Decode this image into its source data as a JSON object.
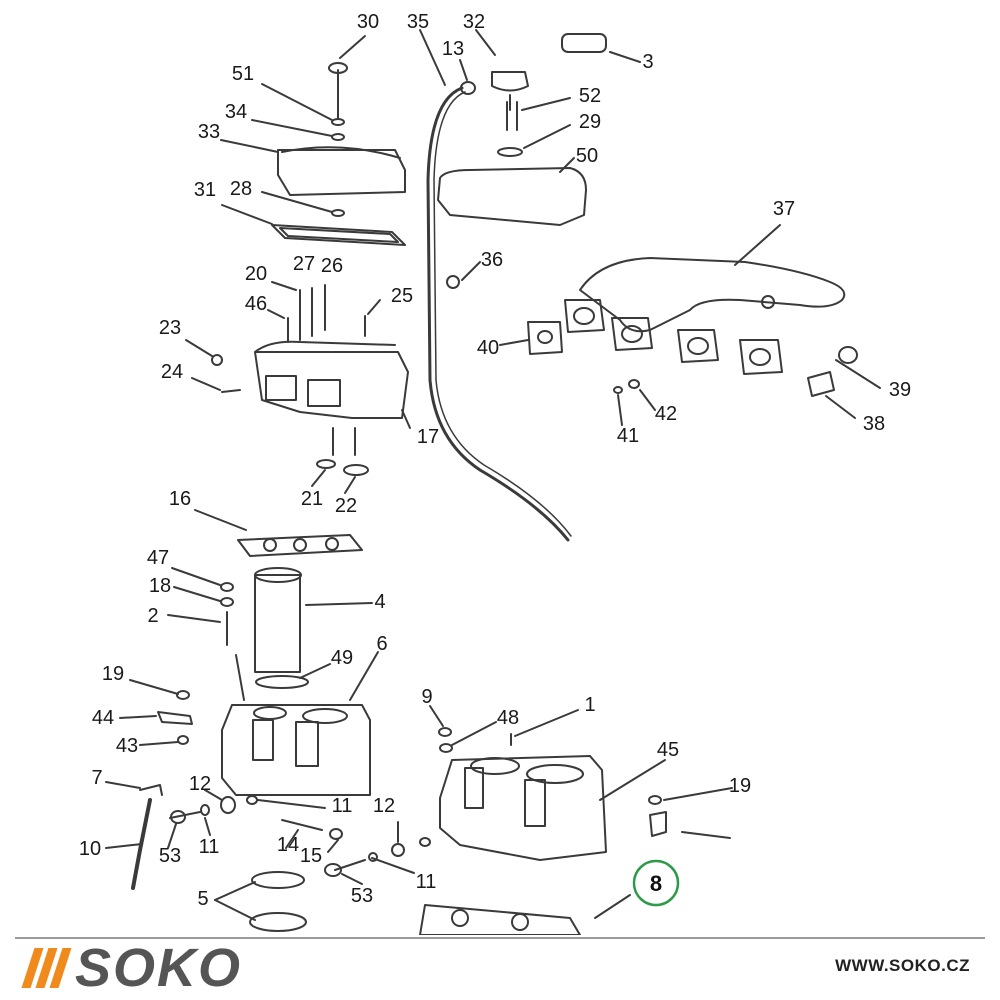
{
  "diagram": {
    "callouts": [
      "30",
      "35",
      "32",
      "13",
      "3",
      "51",
      "34",
      "52",
      "33",
      "29",
      "31",
      "50",
      "28",
      "37",
      "36",
      "20",
      "27",
      "26",
      "25",
      "46",
      "23",
      "40",
      "24",
      "39",
      "42",
      "38",
      "41",
      "17",
      "21",
      "22",
      "16",
      "47",
      "18",
      "4",
      "2",
      "49",
      "6",
      "19",
      "44",
      "43",
      "7",
      "12",
      "11",
      "14",
      "15",
      "10",
      "53",
      "5",
      "9",
      "48",
      "1",
      "45"
    ],
    "highlight_callout": "8",
    "highlight_color": "#2e9a49",
    "ink_color": "#3a3a3a"
  },
  "footer": {
    "logo_text": "SOKO",
    "logo_stripe_color": "#f08a1c",
    "logo_text_color": "#555555",
    "url": "WWW.SOKO.CZ"
  }
}
